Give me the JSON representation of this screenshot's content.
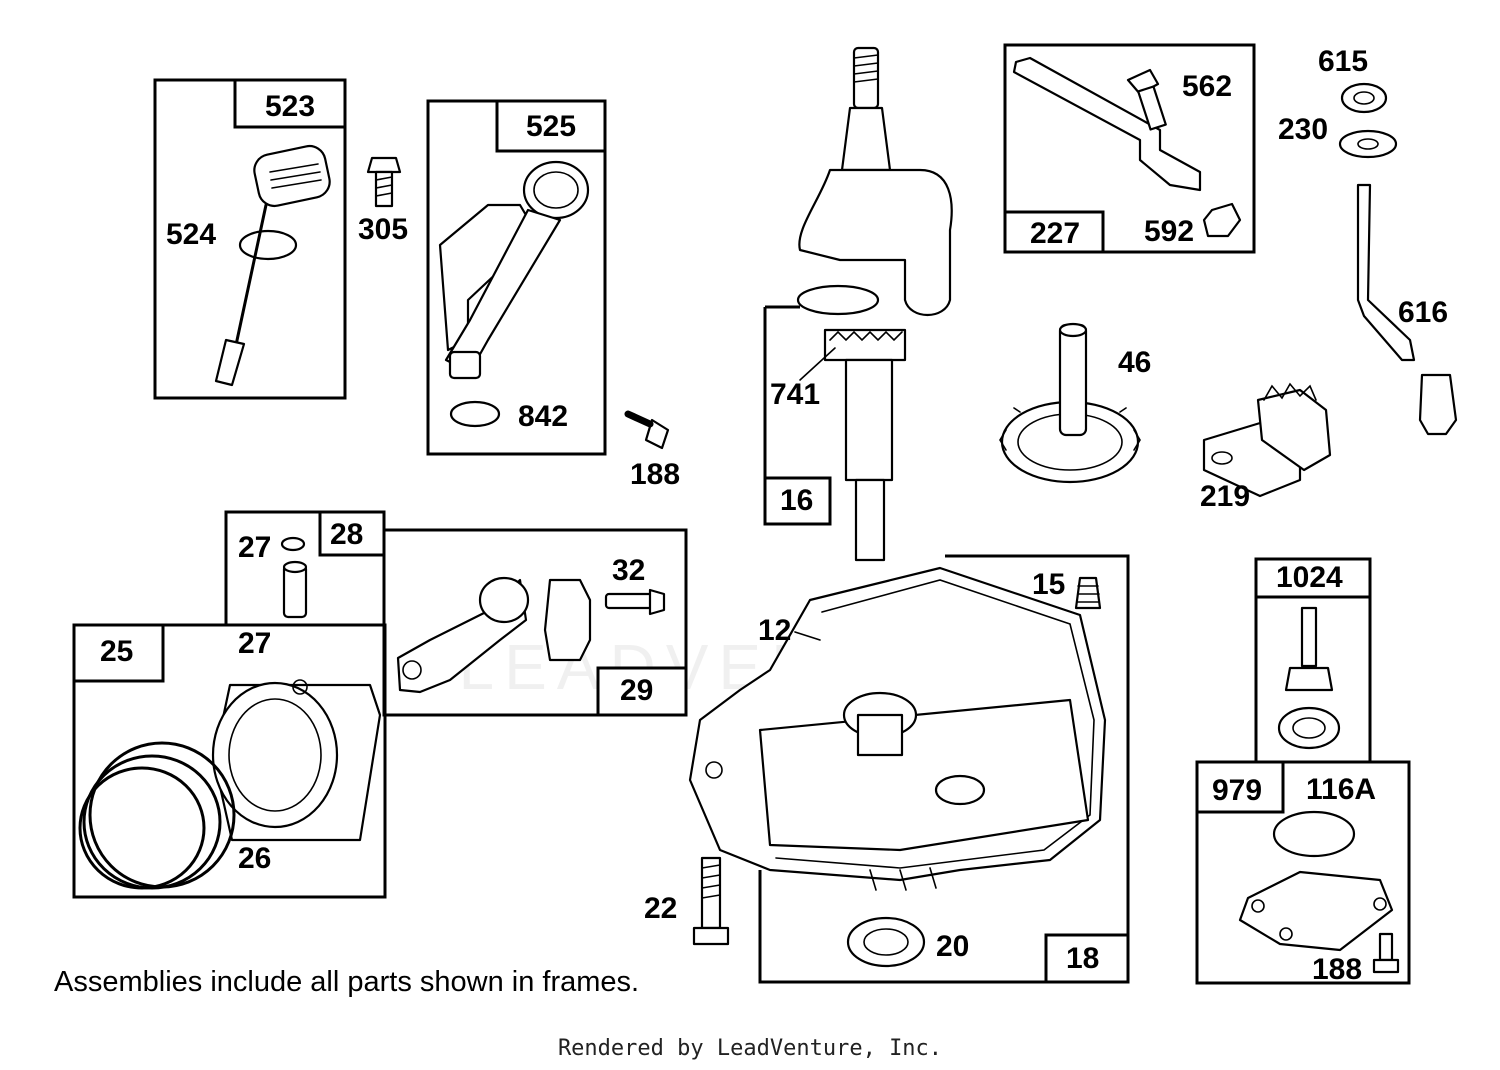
{
  "labels": {
    "p523": "523",
    "p524": "524",
    "p305": "305",
    "p525": "525",
    "p842": "842",
    "p188a": "188",
    "p741": "741",
    "p16": "16",
    "p562": "562",
    "p227": "227",
    "p592": "592",
    "p615": "615",
    "p230": "230",
    "p616": "616",
    "p46": "46",
    "p219": "219",
    "p28": "28",
    "p27a": "27",
    "p27b": "27",
    "p32": "32",
    "p29": "29",
    "p25": "25",
    "p26": "26",
    "p12": "12",
    "p15": "15",
    "p22": "22",
    "p20": "20",
    "p18": "18",
    "p1024": "1024",
    "p979": "979",
    "p116A": "116A",
    "p188b": "188"
  },
  "note": "Assemblies include all parts shown in frames.",
  "footer": "Rendered by LeadVenture, Inc.",
  "watermark": "LEADVENTURE"
}
